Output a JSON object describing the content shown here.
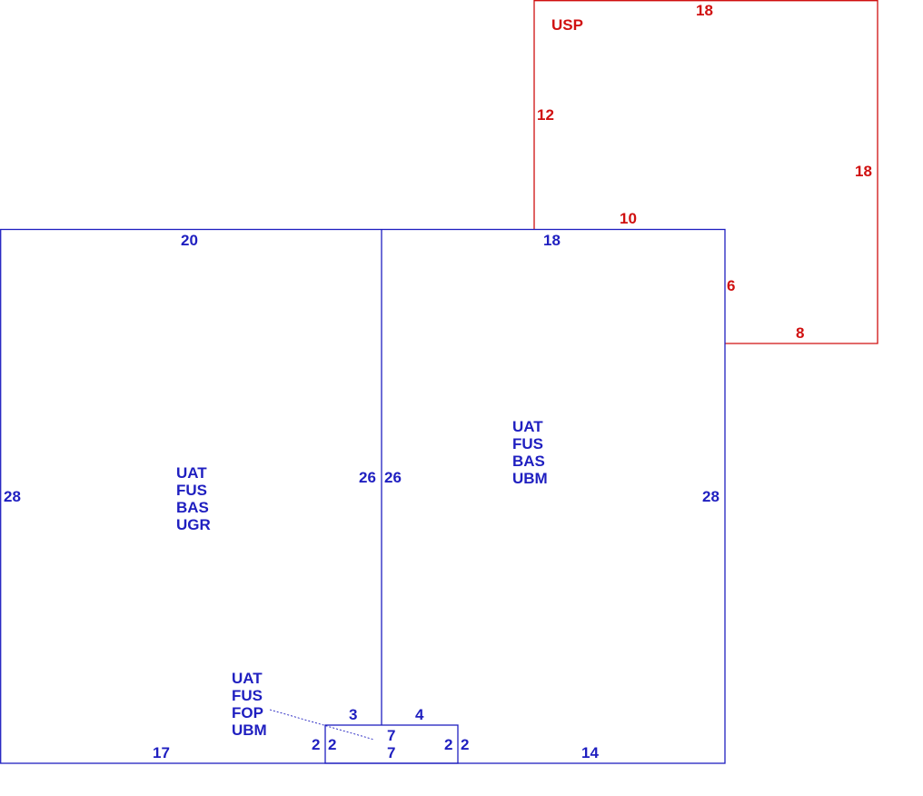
{
  "colors": {
    "main_structure": "#1f1fc0",
    "upper_structure": "#d01010"
  },
  "upper_area": {
    "code": "USP",
    "dims": {
      "top": "18",
      "right": "18",
      "bottom": "8",
      "right_notch": "6",
      "inner_bottom": "10",
      "left": "12"
    }
  },
  "left_area": {
    "codes": [
      "UAT",
      "FUS",
      "BAS",
      "UGR"
    ],
    "dims": {
      "top": "20",
      "left": "28",
      "right": "26",
      "bottom": "17"
    }
  },
  "right_area": {
    "codes": [
      "UAT",
      "FUS",
      "BAS",
      "UBM"
    ],
    "dims": {
      "top": "18",
      "right": "28",
      "left": "26",
      "bottom": "14"
    }
  },
  "small_area": {
    "codes": [
      "UAT",
      "FUS",
      "FOP",
      "UBM"
    ],
    "dims": {
      "top_left": "3",
      "top_right": "4",
      "top_inner": "7",
      "bottom": "7",
      "left_outer": "2",
      "left_inner": "2",
      "right_inner": "2",
      "right_outer": "2"
    }
  }
}
